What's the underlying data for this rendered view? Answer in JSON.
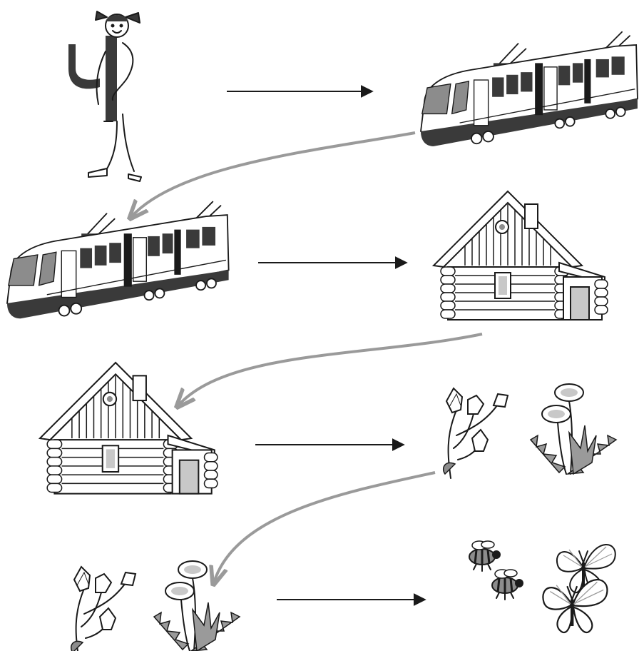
{
  "diagram": {
    "kind": "association chain",
    "rows": [
      {
        "left": "girl-letter-ch",
        "right": "tram"
      },
      {
        "left": "tram",
        "right": "log-house"
      },
      {
        "left": "log-house",
        "right": "flowers"
      },
      {
        "left": "flowers",
        "right": "insects"
      }
    ]
  },
  "colors": {
    "ink": "#1a1a1a",
    "gray_arrow": "#9a9a9a",
    "dark_fill": "#3a3a3a",
    "mid_fill": "#8c8c8c",
    "light_fill": "#c8c8c8"
  },
  "icons": [
    "girl-icon",
    "letter-ch-icon",
    "tram-icon",
    "log-house-icon",
    "bluebell-icon",
    "dandelion-icon",
    "bee-icon",
    "butterfly-icon"
  ]
}
